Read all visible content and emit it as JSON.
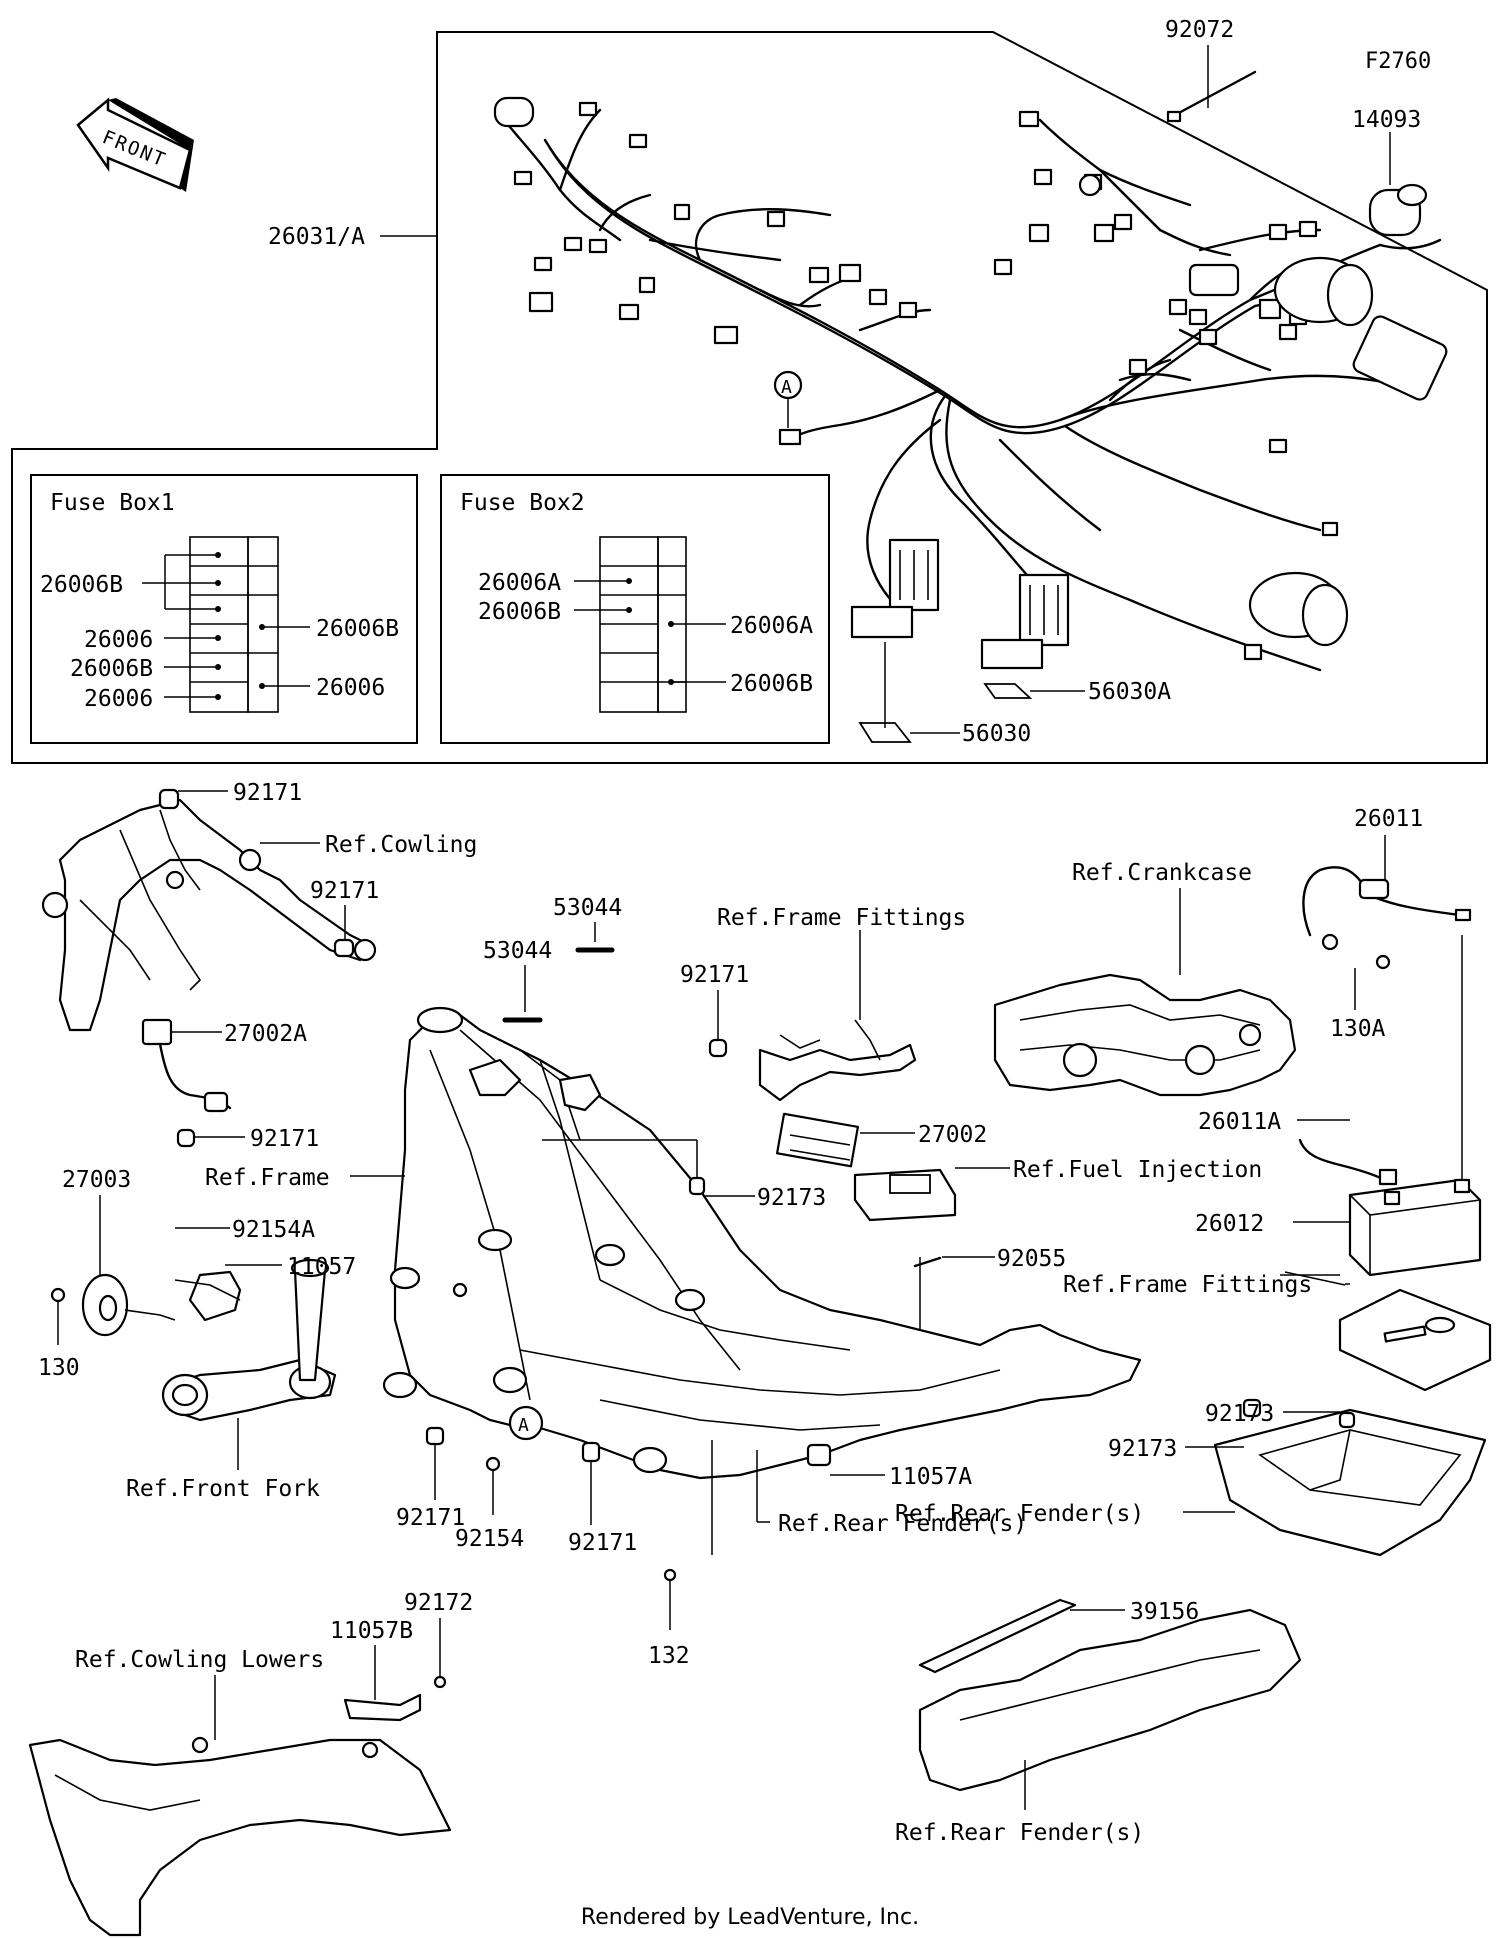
{
  "diagram_code": "F2760",
  "front_marker": "FRONT",
  "callout_marker": "A",
  "fuse_box_1": {
    "title": "Fuse Box1",
    "left_labels": [
      "26006B",
      "26006",
      "26006B",
      "26006"
    ],
    "right_labels": [
      "26006B",
      "26006"
    ]
  },
  "fuse_box_2": {
    "title": "Fuse Box2",
    "left_labels": [
      "26006A",
      "26006B"
    ],
    "right_labels": [
      "26006A",
      "26006B"
    ]
  },
  "harness": {
    "main_label": "26031/A",
    "tie_label": "92072",
    "cap_label": "14093",
    "connector_labels": [
      "56030",
      "56030A"
    ]
  },
  "frame_area": {
    "labels": {
      "clip_top": "92171",
      "ref_cowling": "Ref.Cowling",
      "clip_mid": "92171",
      "relay": "27002A",
      "clip_low": "92171",
      "ref_frame": "Ref.Frame",
      "horn": "27003",
      "bolt_horn": "92154A",
      "bracket": "11057",
      "bolt_130": "130",
      "ref_front_fork": "Ref.Front Fork",
      "pad_1": "53044",
      "pad_2": "53044",
      "ref_frame_fittings": "Ref.Frame Fittings",
      "clip_ff": "92171",
      "ecu": "27002",
      "ref_fuel_injection": "Ref.Fuel Injection",
      "grommet": "92173",
      "band": "92055",
      "clip_b1": "92171",
      "bolt_b": "92154",
      "clip_b2": "92171",
      "bracket_a": "11057A",
      "ref_rear_fender": "Ref.Rear Fender(s)",
      "bolt_132": "132"
    }
  },
  "battery_area": {
    "labels": {
      "cable": "26011",
      "ref_crankcase": "Ref.Crankcase",
      "bolt": "130A",
      "cable_a": "26011A",
      "battery": "26012",
      "ref_frame_fittings": "Ref.Frame Fittings",
      "grommet_1": "92173",
      "grommet_2": "92173",
      "ref_rear_fender": "Ref.Rear Fender(s)"
    }
  },
  "lower_area": {
    "labels": {
      "ref_cowling_lowers": "Ref.Cowling Lowers",
      "bracket_b": "11057B",
      "bolt": "92172",
      "cover": "39156",
      "ref_rear_fender": "Ref.Rear Fender(s)"
    }
  },
  "footer": "Rendered by LeadVenture, Inc."
}
